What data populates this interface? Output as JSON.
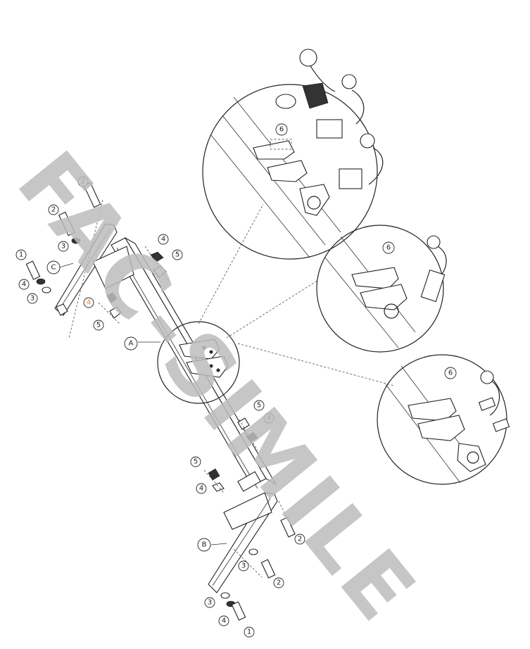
{
  "watermark": {
    "text": "FAC-SIMILE",
    "color": "#bdbdbd"
  },
  "labels": {
    "part_a": "A",
    "part_b": "B",
    "part_c": "C",
    "bolt": "1",
    "screw": "2",
    "washer_flat": "3",
    "washer_spring": "4",
    "nut": "5",
    "plate": "6"
  },
  "colors": {
    "accent_label": "#e08a1e",
    "line": "#222222"
  }
}
